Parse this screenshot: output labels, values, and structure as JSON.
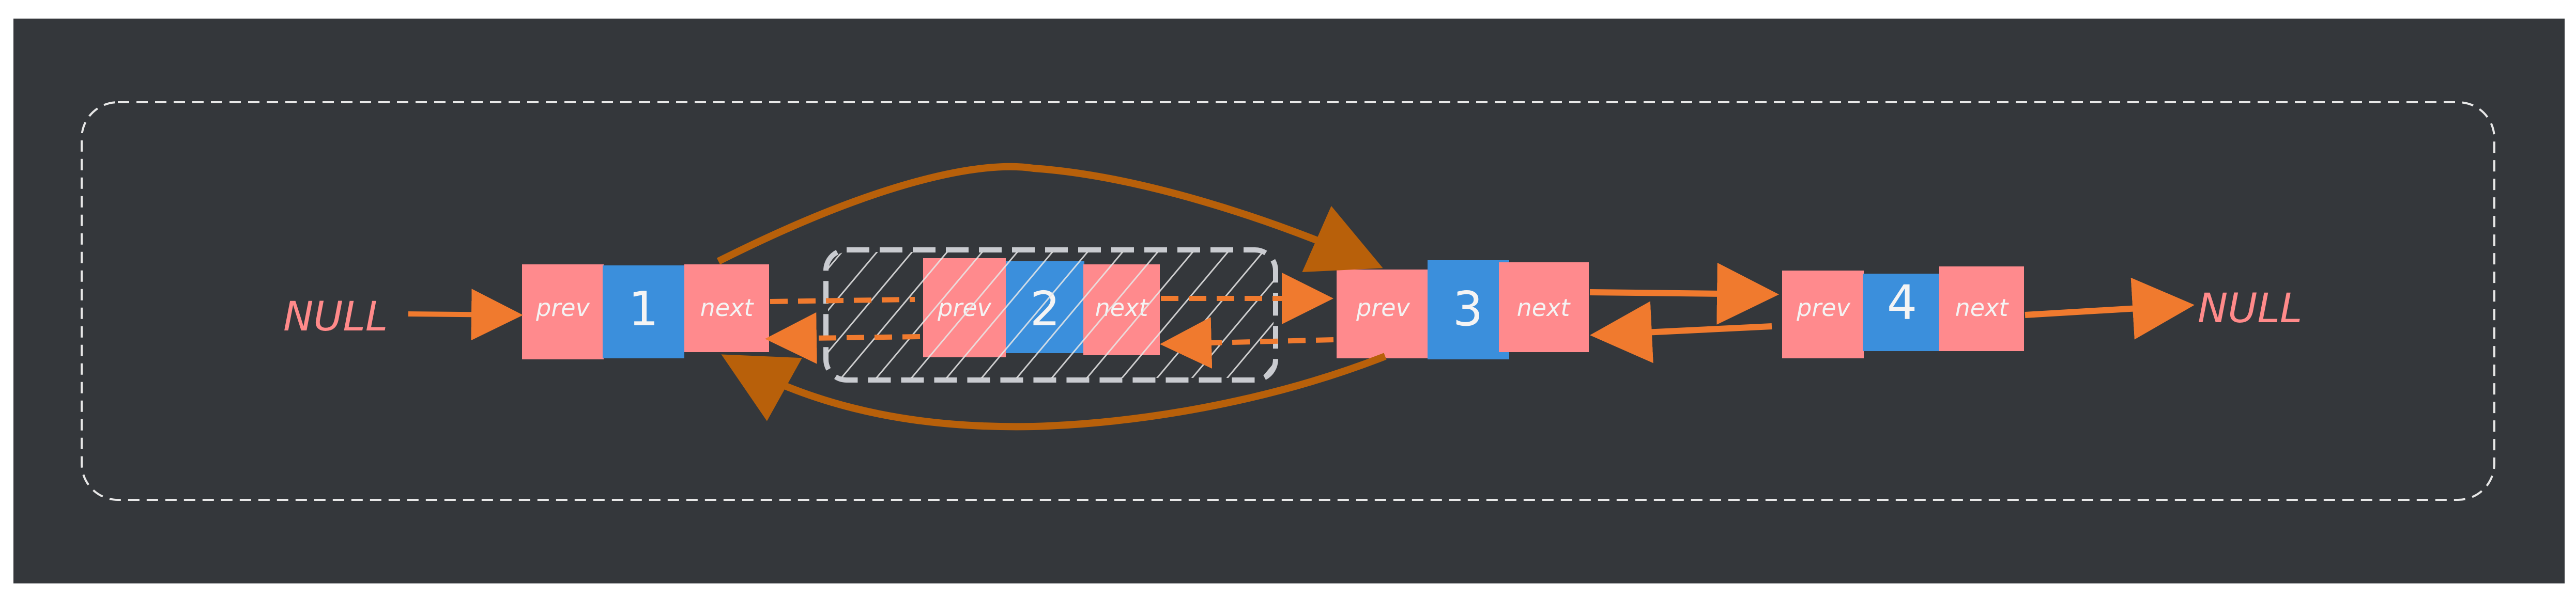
{
  "colors": {
    "canvas": "#34373b",
    "field": "#ff8a8d",
    "value": "#3b8fdc",
    "pointer": "#f07a2e",
    "bypass": "#b8600a",
    "dashed_frame": "#e7e7e7",
    "null_text": "#ff8a8a",
    "text": "#f4f4f4"
  },
  "null_labels": [
    "NULL",
    "NULL"
  ],
  "nodes": [
    {
      "prev": "prev",
      "value": "1",
      "next": "next"
    },
    {
      "prev": "prev",
      "value": "2",
      "next": "next",
      "state": "removed"
    },
    {
      "prev": "prev",
      "value": "3",
      "next": "next"
    },
    {
      "prev": "prev",
      "value": "4",
      "next": "next"
    }
  ]
}
